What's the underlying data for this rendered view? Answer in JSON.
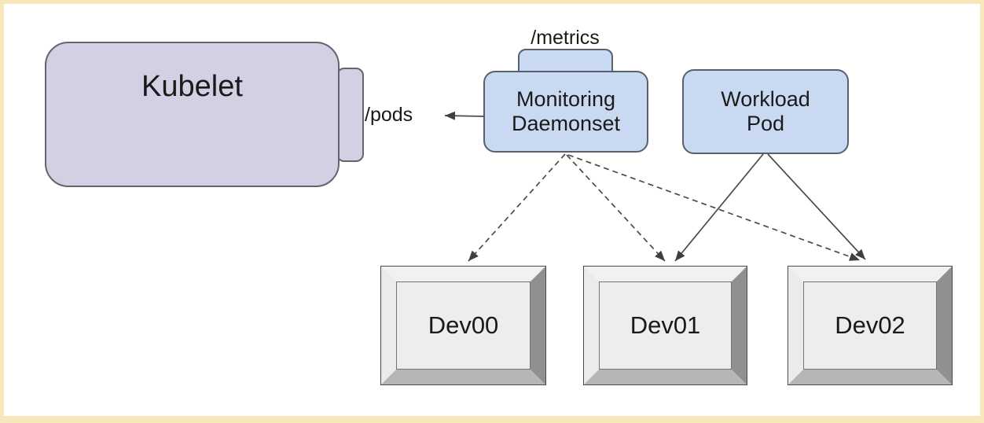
{
  "frame": {
    "border_color": "#f8e7ba",
    "background": "#ffffff"
  },
  "nodes": {
    "kubelet": {
      "label": "Kubelet",
      "fill": "#d5cfe3",
      "border": "#66626f"
    },
    "monitoring_daemonset": {
      "label_lines": [
        "Monitoring",
        "Daemonset"
      ],
      "fill": "#c9d9f2",
      "border": "#57616d"
    },
    "workload_pod": {
      "label_lines": [
        "Workload",
        "Pod"
      ],
      "fill": "#c9d9f2",
      "border": "#57616d"
    },
    "devices": [
      {
        "label": "Dev00"
      },
      {
        "label": "Dev01"
      },
      {
        "label": "Dev02"
      }
    ]
  },
  "endpoints": {
    "metrics": "/metrics",
    "pods": "/pods"
  },
  "edges": [
    {
      "from": "monitoring-daemonset",
      "to": "pods-endpoint",
      "style": "solid-arrow"
    },
    {
      "from": "monitoring-daemonset",
      "to": "dev00",
      "style": "dashed-arrow"
    },
    {
      "from": "monitoring-daemonset",
      "to": "dev01",
      "style": "dashed-arrow"
    },
    {
      "from": "monitoring-daemonset",
      "to": "dev02",
      "style": "dashed-arrow"
    },
    {
      "from": "workload-pod",
      "to": "dev01",
      "style": "solid-arrow"
    },
    {
      "from": "workload-pod",
      "to": "dev02",
      "style": "solid-arrow"
    }
  ],
  "edge_color": "#4a4a4a",
  "device_frame": {
    "bevel_top": "#f1f1f0",
    "bevel_right": "#8f9092",
    "bevel_bottom": "#b5b6b7",
    "bevel_left": "#ebebea",
    "face": "#ededee"
  }
}
